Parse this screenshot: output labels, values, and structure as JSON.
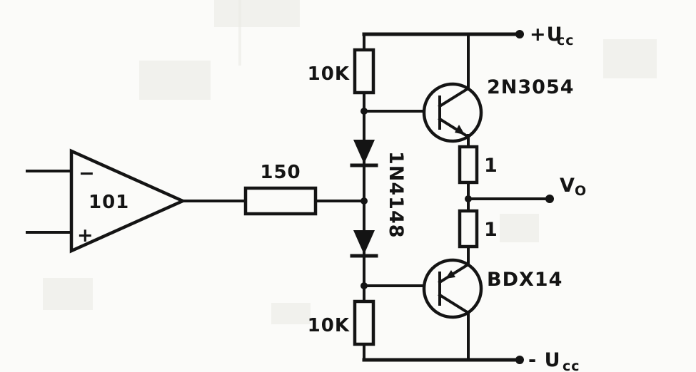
{
  "colors": {
    "ink": "#141414",
    "paper": "#fbfbf9"
  },
  "schematic": {
    "opamp": {
      "label": "101",
      "inverting_input": "−",
      "noninverting_input": "+"
    },
    "resistors": {
      "series": "150",
      "bias_top": "10K",
      "bias_bottom": "10K",
      "emitter_top": "1",
      "emitter_bottom": "1"
    },
    "diodes": {
      "pair_label": "1N4148"
    },
    "transistors": {
      "top": "2N3054",
      "bottom": "BDX14"
    },
    "supplies": {
      "positive_main": "+U",
      "positive_sub": "cc",
      "negative_main": "- U",
      "negative_sub": "cc"
    },
    "output": {
      "main": "V",
      "sub": "O"
    }
  }
}
